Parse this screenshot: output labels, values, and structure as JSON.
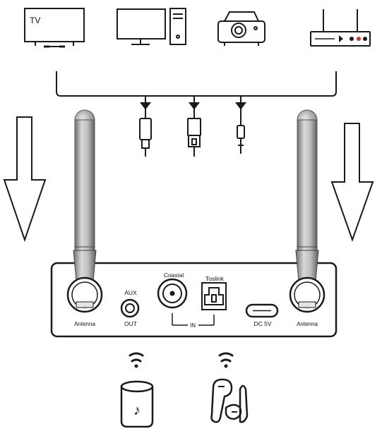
{
  "devices": {
    "tv_label": "TV",
    "icons": [
      "tv-icon",
      "monitor-pc-icon",
      "projector-icon",
      "router-icon"
    ]
  },
  "cables": [
    "rca-plug-icon",
    "optical-plug-icon",
    "aux-plug-icon"
  ],
  "panel": {
    "antenna_left_label": "Antenna",
    "aux_label": "AUX",
    "out_label": "OUT",
    "coaxial_label": "Coaxial",
    "toslink_label": "Toslink",
    "in_label": "IN",
    "dc_label": "DC 5V",
    "antenna_right_label": "Antenna"
  },
  "outputs": {
    "icons": [
      "bluetooth-speaker-icon",
      "earbuds-icon"
    ],
    "signal_icon": "wireless-signal-icon"
  },
  "colors": {
    "line": "#1a1a1a",
    "antenna": "#9a9a9a",
    "background": "#ffffff"
  }
}
